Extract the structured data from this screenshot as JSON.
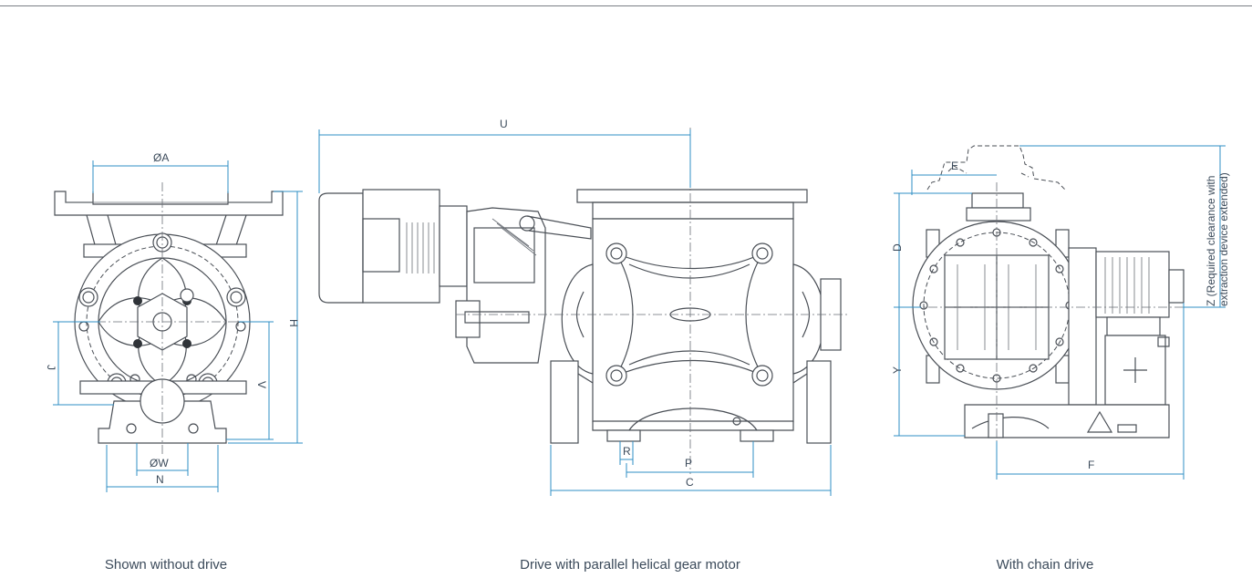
{
  "captions": {
    "left": "Shown without drive",
    "center": "Drive with parallel helical gear motor",
    "right": "With chain drive"
  },
  "dimensions": {
    "a": "ØA",
    "h": "H",
    "j": "J",
    "v": "V",
    "w": "ØW",
    "n": "N",
    "u": "U",
    "r": "R",
    "p": "P",
    "c": "C",
    "e": "E",
    "d": "D",
    "y": "Y",
    "f": "F",
    "z": "Z (Required clearance with",
    "z2": "extraction device extended)"
  },
  "colors": {
    "dimension": "#2f8fc4",
    "outline": "#4a4f56",
    "caption": "#3b4a5a"
  }
}
